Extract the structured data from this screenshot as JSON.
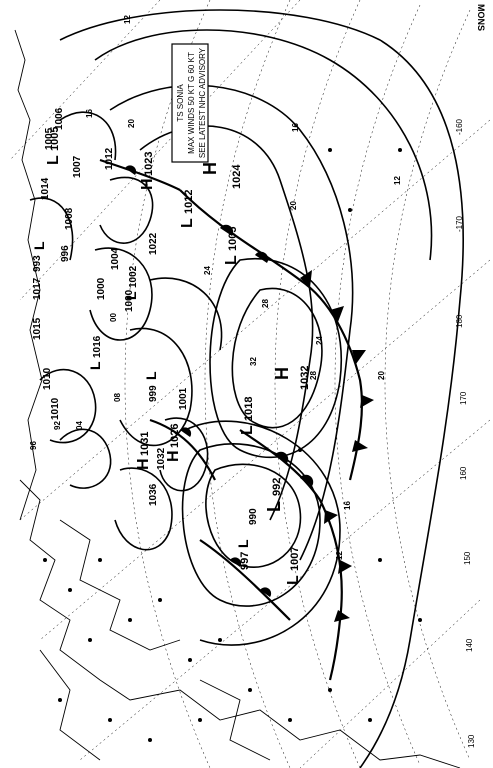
{
  "map": {
    "corner_label": "MONS",
    "advisory_box": {
      "lines": [
        "TS SONIA",
        "MAX WINDS 50 KT G 60 KT",
        "SEE LATEST NHC ADVISORY"
      ]
    },
    "pressure_centers": [
      {
        "letter": "L",
        "value": "1005"
      },
      {
        "letter": "H",
        "value": "1024"
      },
      {
        "letter": "H",
        "value": "1023"
      },
      {
        "letter": "L",
        "value": "1012"
      },
      {
        "letter": "L",
        "value": "1005"
      },
      {
        "letter": "H",
        "value": "1032"
      },
      {
        "letter": "L",
        "value": "1018"
      },
      {
        "letter": "L",
        "value": "992"
      },
      {
        "letter": "L",
        "value": "1007"
      },
      {
        "letter": "L",
        "value": "997"
      },
      {
        "letter": "H",
        "value": "1026"
      },
      {
        "letter": "H",
        "value": "1031"
      },
      {
        "letter": "L",
        "value": "993"
      },
      {
        "letter": "L",
        "value": "999"
      },
      {
        "letter": "L",
        "value": "1016"
      },
      {
        "letter": "L",
        "value": "1002"
      }
    ],
    "isobar_labels": [
      "12",
      "16",
      "20",
      "24",
      "28",
      "08",
      "04",
      "00",
      "96",
      "92",
      "12",
      "16",
      "20",
      "24",
      "28",
      "32",
      "12",
      "16",
      "20"
    ],
    "longitude_labels": [
      "-160",
      "-170",
      "180",
      "170",
      "160",
      "150",
      "140",
      "130"
    ],
    "station_values": [
      "1012",
      "1005",
      "1008",
      "1007",
      "1006",
      "1010",
      "1015",
      "996",
      "1000",
      "1004",
      "1022",
      "1017",
      "1014",
      "1010",
      "990",
      "1036",
      "1032",
      "1001",
      "1000"
    ]
  },
  "colors": {
    "ink": "#000000",
    "paper": "#ffffff"
  }
}
